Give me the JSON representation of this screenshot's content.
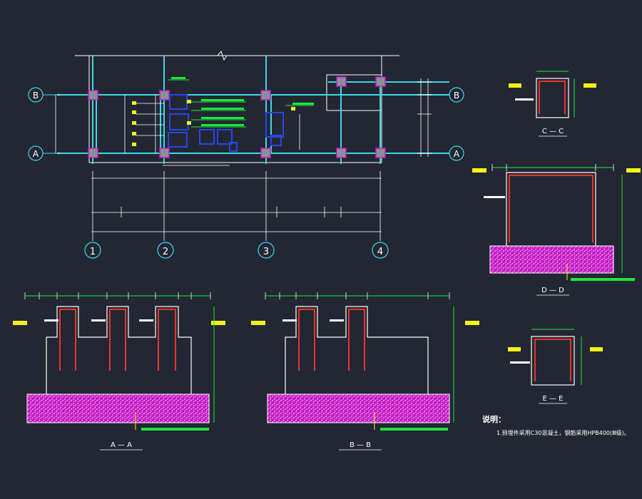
{
  "colors": {
    "background": "#222733",
    "white": "#ffffff",
    "cyan": "#3fd8e8",
    "green": "#1ee838",
    "yellow": "#f2f21a",
    "red": "#e8352a",
    "magenta": "#c61cc6",
    "blue": "#2a45e8",
    "grey": "#8a8f98"
  },
  "plan": {
    "grid_rows": [
      "B",
      "A"
    ],
    "grid_cols": [
      "1",
      "2",
      "3",
      "4"
    ]
  },
  "sections": {
    "aa": {
      "title": "A — A"
    },
    "bb": {
      "title": "B — B"
    },
    "cc": {
      "title": "C — C"
    },
    "dd": {
      "title": "D — D"
    },
    "ee": {
      "title": "E — E"
    }
  },
  "notes": {
    "heading": "说明：",
    "line1": "1.预埋件采用C30混凝土，钢筋采用HPB400(Ⅲ级)。"
  }
}
